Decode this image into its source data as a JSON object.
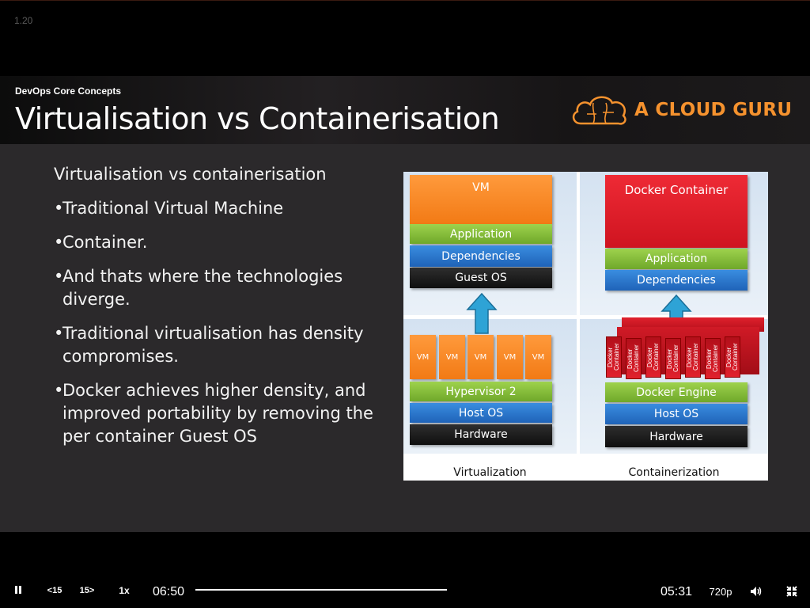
{
  "player": {
    "chapter_number": "1.20",
    "elapsed_time": "06:50",
    "remaining_time": "05:31",
    "speed_label": "1x",
    "quality_label": "720p",
    "rewind_label": "15",
    "forward_label": "15",
    "progress": 1.0
  },
  "slide": {
    "course_name": "DevOps Core Concepts",
    "title": "Virtualisation vs Containerisation",
    "logo_text": "A CLOUD GURU",
    "heading": "Virtualisation vs containerisation",
    "bullets": [
      "Traditional Virtual Machine",
      "Container.",
      "And thats where the technologies diverge.",
      "Traditional virtualisation has density compromises.",
      "Docker achieves higher density, and improved portability by removing the per container Guest OS"
    ],
    "bullet_marker": "•"
  },
  "diagram": {
    "vm_label": "VM",
    "docker_container_label": "Docker Container",
    "application_label": "Application",
    "dependencies_label": "Dependencies",
    "guest_os_label": "Guest OS",
    "small_vm_label": "VM",
    "hypervisor_label": "Hypervisor 2",
    "host_os_label": "Host OS",
    "hardware_label": "Hardware",
    "docker_engine_label": "Docker Engine",
    "small_container_label": "Docker Container",
    "left_caption": "Virtualization",
    "right_caption": "Containerization"
  },
  "colors": {
    "accent_orange": "#f5922e",
    "block_orange": "#f27a15",
    "block_red": "#cf1420",
    "block_green": "#6fa82a",
    "block_blue": "#1f63b8",
    "arrow_blue": "#2ea3d6"
  },
  "icons": {
    "logo": "cloud-brain-icon",
    "play_pause": "pause-icon",
    "rewind": "rewind-15-icon",
    "forward": "forward-15-icon",
    "volume": "volume-icon",
    "fullscreen": "exit-fullscreen-icon",
    "arrow": "up-arrow-icon"
  }
}
